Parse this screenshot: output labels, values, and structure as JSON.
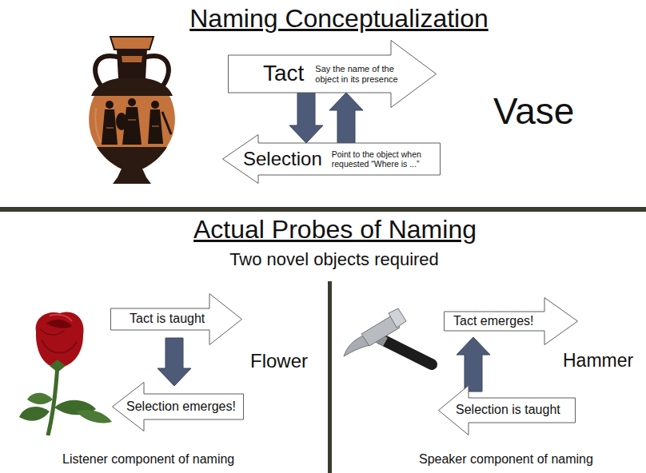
{
  "diagram": {
    "title": "Naming Conceptualization",
    "nodes": [
      {
        "text": [
          "Tact",
          "Say the name of the object in its presence"
        ]
      },
      {
        "text": [
          "Selection",
          "Point to the object when requested “Where is ...”"
        ]
      },
      {
        "text": [
          "Tact is taught"
        ]
      },
      {
        "text": [
          "Selection emerges!"
        ]
      },
      {
        "text": [
          "Tact emerges!"
        ]
      },
      {
        "text": [
          "Selection is taught"
        ]
      }
    ],
    "edges": [
      {
        "from": 0,
        "to": 1,
        "arrow": "to"
      },
      {
        "from": 1,
        "to": 0,
        "arrow": "to"
      },
      {
        "from": 2,
        "to": 3,
        "arrow": "to"
      },
      {
        "from": 5,
        "to": 4,
        "arrow": "to"
      }
    ],
    "labels": [
      "Vase",
      "Actual Probes of Naming",
      "Two novel objects required",
      "Flower",
      "Hammer",
      "Listener component of naming",
      "Speaker component of naming"
    ]
  }
}
